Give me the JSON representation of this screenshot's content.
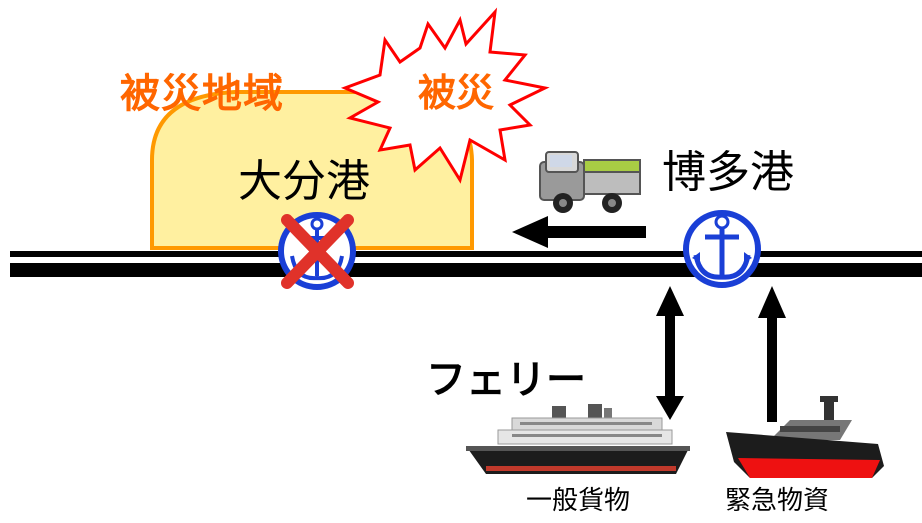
{
  "labels": {
    "disaster_area": "被災地域",
    "damage": "被災",
    "oita_port": "大分港",
    "hakata_port": "博多港",
    "ferry": "フェリー",
    "general_cargo": "一般貨物",
    "emergency_supplies": "緊急物資"
  },
  "colors": {
    "disaster_area_fill": "#fff0a0",
    "disaster_area_border": "#ff9900",
    "label_orange": "#ff6600",
    "burst_stroke": "#ff0000",
    "port_icon_blue": "#1a3fd6",
    "cross_red": "#e0322a",
    "ferry_hull": "#202020",
    "vessel_hull_red": "#ee1111"
  },
  "icons": {
    "oita_port": "anchor-icon-crossed",
    "hakata_port": "anchor-icon",
    "truck": "truck-icon",
    "ferry": "ferry-ship-icon",
    "emergency_vessel": "tugboat-icon"
  }
}
